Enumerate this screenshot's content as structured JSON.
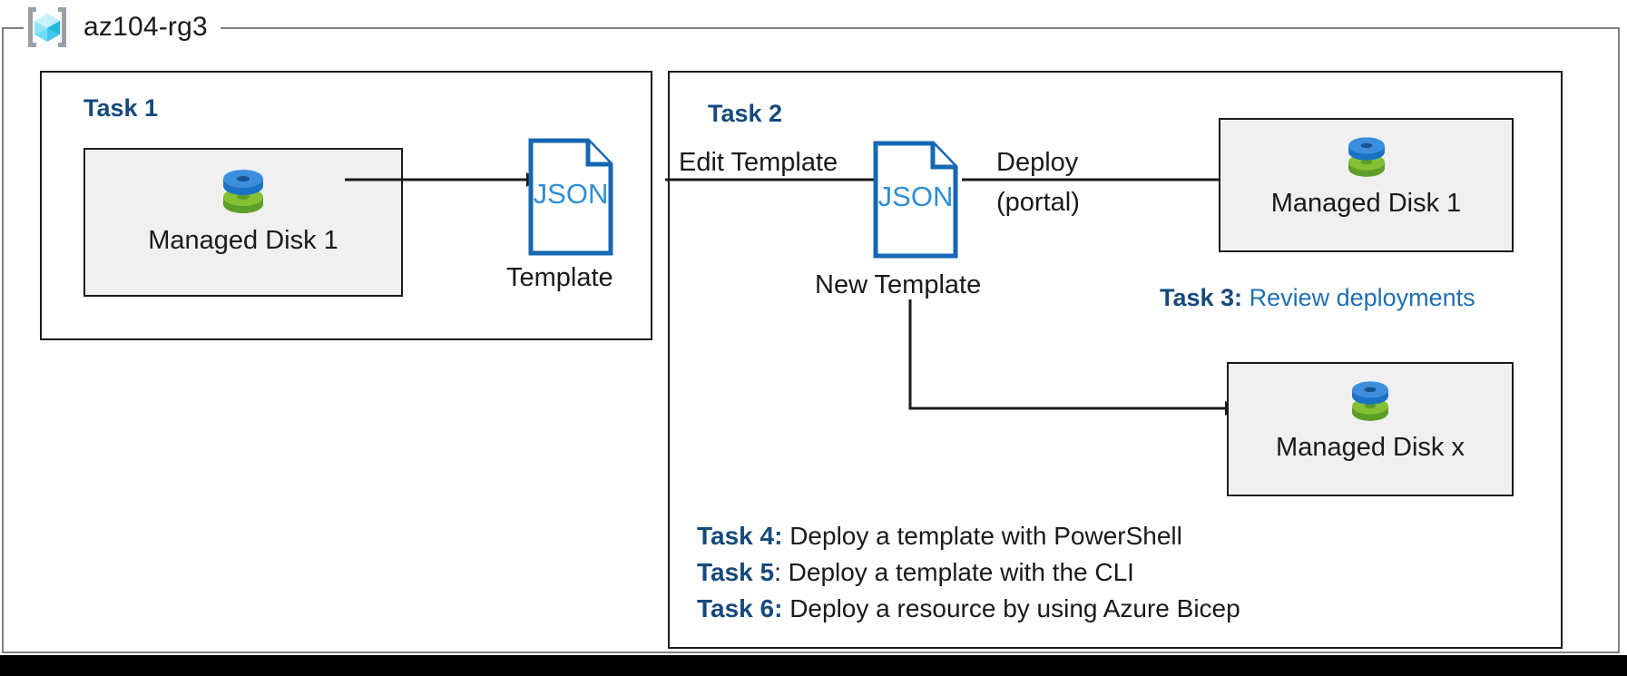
{
  "resource_group": {
    "name": "az104-rg3",
    "icon": "azure-resource-group-icon"
  },
  "task1": {
    "heading": "Task 1",
    "resource_label": "Managed Disk 1",
    "resource_icon": "managed-disk-icon",
    "template_doc_text": "JSON",
    "template_caption": "Template"
  },
  "task2": {
    "heading": "Task 2",
    "edit_label": "Edit Template",
    "new_template_doc_text": "JSON",
    "new_template_caption": "New Template",
    "deploy_label_top": "Deploy",
    "deploy_label_bottom": "(portal)",
    "deployed_disk_label": "Managed Disk 1",
    "scaled_disk_label": "Managed Disk x",
    "disk_icon": "managed-disk-icon"
  },
  "notes": [
    {
      "id": "task3",
      "key": "Task 3:",
      "body": "Review deployments",
      "body_style": "blue"
    },
    {
      "id": "task4",
      "key": "Task 4:",
      "body": "Deploy a template with PowerShell",
      "body_style": "black"
    },
    {
      "id": "task5",
      "key": "Task 5",
      "body": ": Deploy a template with the CLI",
      "body_style": "black"
    },
    {
      "id": "task6",
      "key": "Task 6:",
      "body": "Deploy a resource by using Azure Bicep",
      "body_style": "black"
    }
  ],
  "colors": {
    "heading_blue": "#15497b",
    "note_link_blue": "#1f6fb2",
    "json_outline": "#1668b3",
    "json_text": "#2f8ed6",
    "disk_blue": "#3d8fdd",
    "disk_green": "#7cb32a",
    "resource_fill": "#f0f0f0",
    "frame_gray": "#808080",
    "cube_cyan": "#58d7f5"
  }
}
